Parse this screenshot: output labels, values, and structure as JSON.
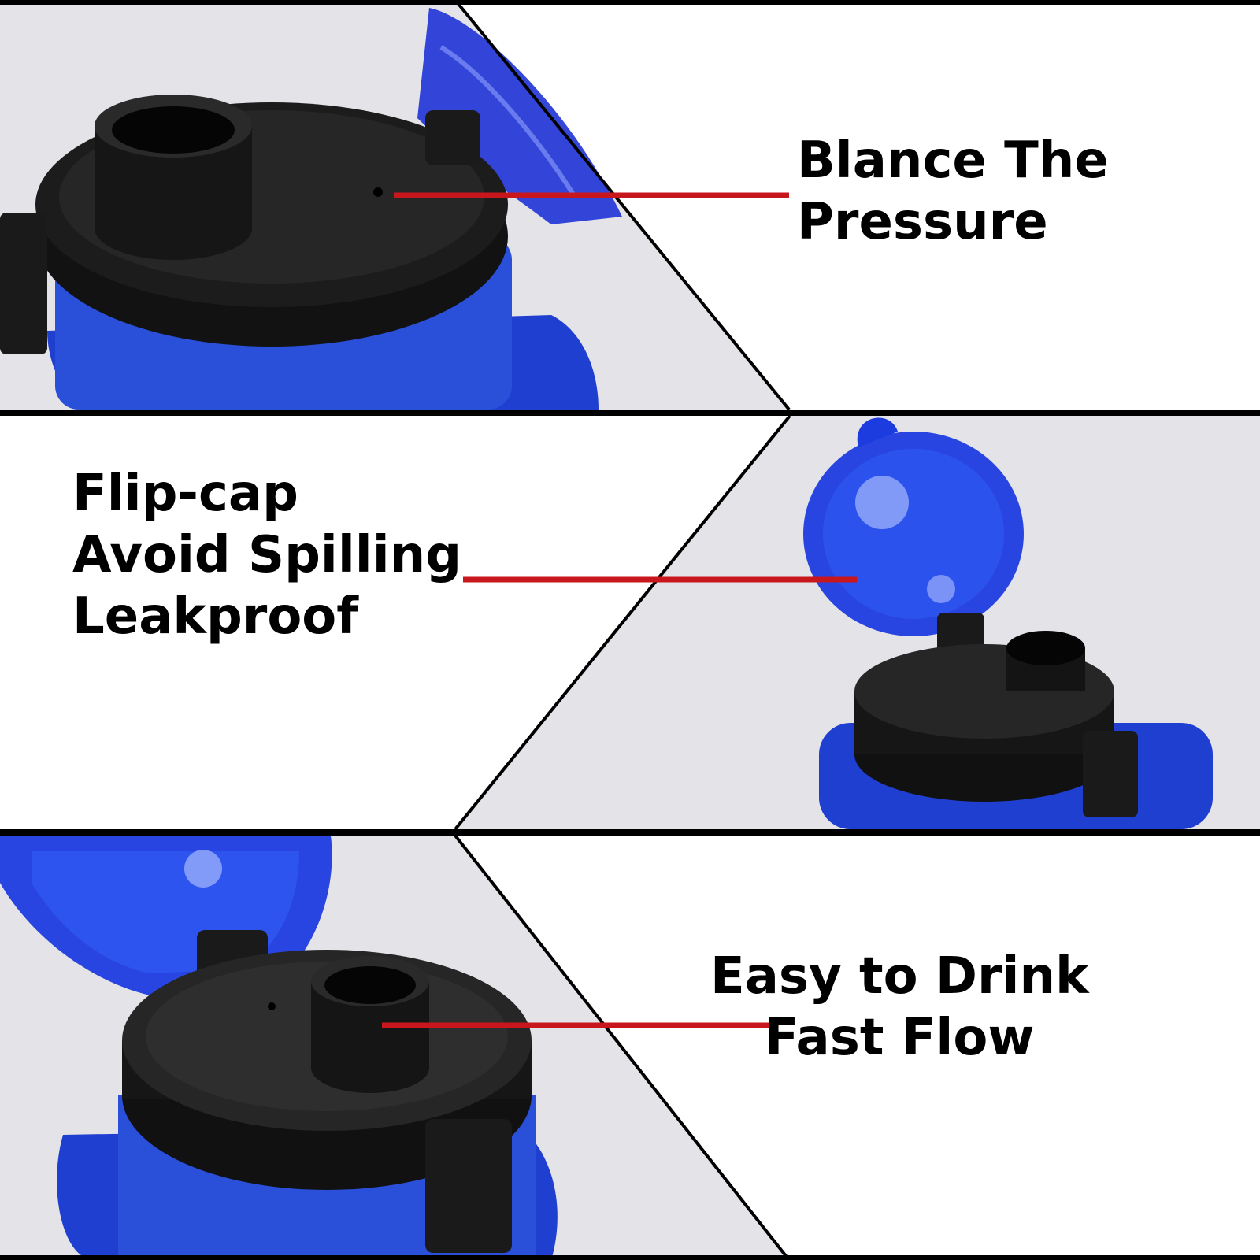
{
  "panels": [
    {
      "label_lines": [
        "Blance The",
        "Pressure"
      ],
      "feature_icon": "air-vent-hole-icon"
    },
    {
      "label_lines": [
        "Flip-cap",
        "Avoid Spilling",
        "Leakproof"
      ],
      "feature_icon": "flip-lid-icon"
    },
    {
      "label_lines": [
        "Easy to Drink",
        "Fast Flow"
      ],
      "feature_icon": "spout-icon"
    }
  ],
  "colors": {
    "photo_background": "#e4e3e8",
    "panel_background": "#ffffff",
    "callout_line": "#c8161d",
    "divider": "#000000",
    "bottle_blue": "#1f4fd8",
    "lid_black": "#141414"
  }
}
